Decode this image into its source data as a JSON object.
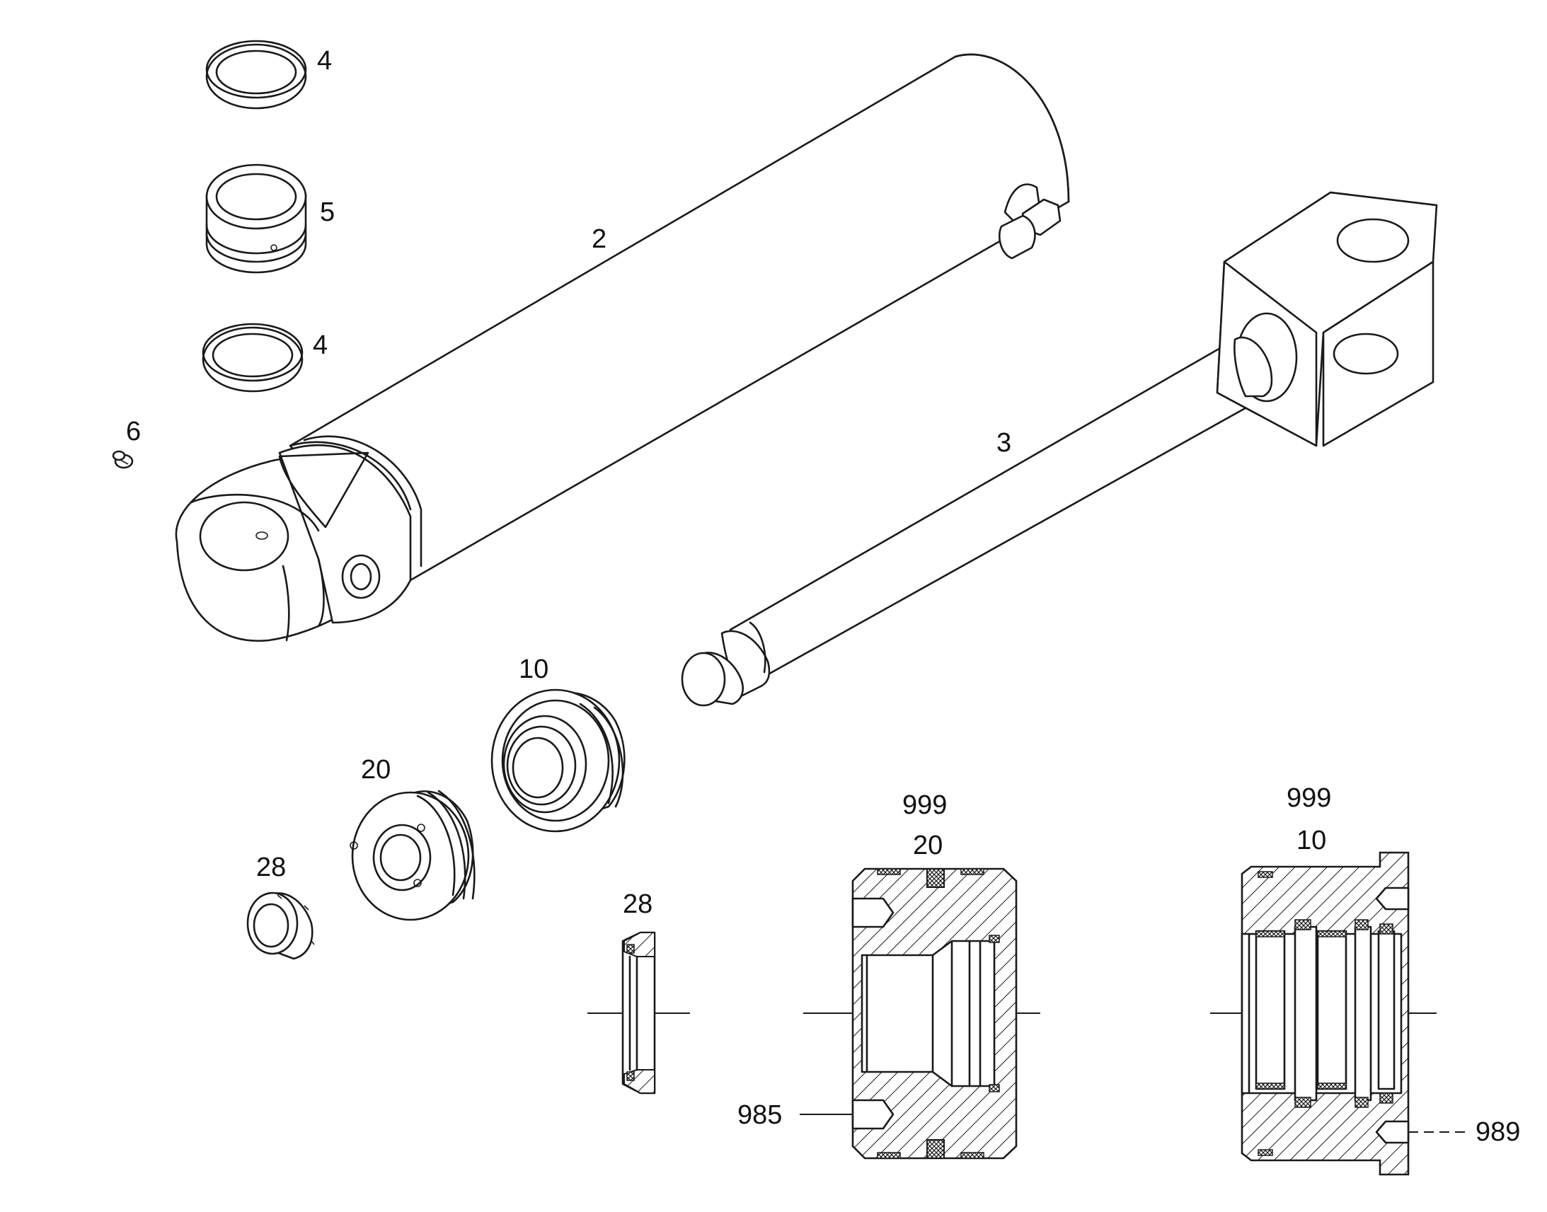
{
  "diagram": {
    "callouts": {
      "seal_ring_top": "4",
      "guide_bushing": "5",
      "seal_ring_lower": "4",
      "grease_nipple": "6",
      "cylinder_tube": "2",
      "piston_rod": "3",
      "gland": "10",
      "piston": "20",
      "nut": "28",
      "section_nut": "28",
      "section_piston_group": "999",
      "section_piston": "20",
      "section_piston_ref": "985",
      "section_gland_group": "999",
      "section_gland": "10",
      "section_gland_ref": "989"
    }
  }
}
